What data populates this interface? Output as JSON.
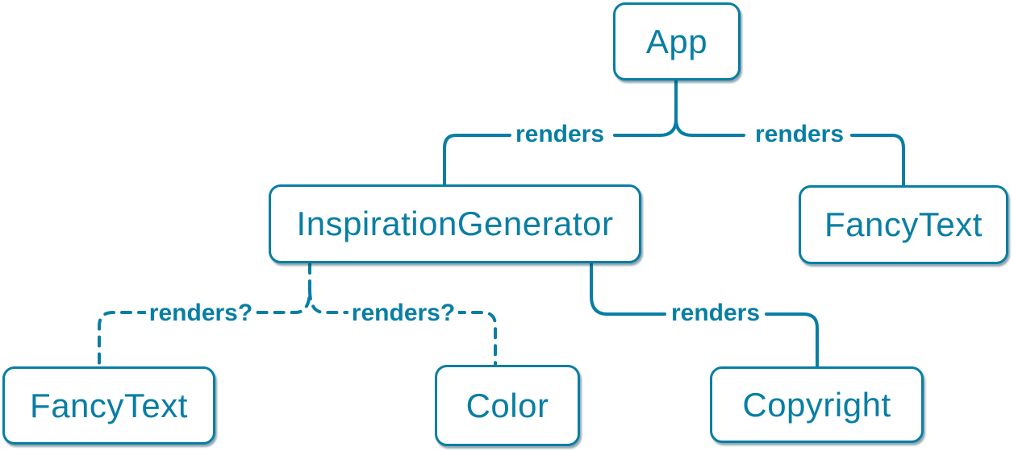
{
  "diagram": {
    "type": "component-render-tree",
    "accent_color": "#087ea4",
    "node_background": "#ffffff",
    "nodes": [
      {
        "id": "app",
        "label": "App"
      },
      {
        "id": "inspiration-generator",
        "label": "InspirationGenerator"
      },
      {
        "id": "fancy-text-top",
        "label": "FancyText"
      },
      {
        "id": "fancy-text-bottom",
        "label": "FancyText"
      },
      {
        "id": "color",
        "label": "Color"
      },
      {
        "id": "copyright",
        "label": "Copyright"
      }
    ],
    "edges": [
      {
        "from": "App",
        "to": "InspirationGenerator",
        "label": "renders",
        "style": "solid"
      },
      {
        "from": "App",
        "to": "FancyText",
        "label": "renders",
        "style": "solid"
      },
      {
        "from": "InspirationGenerator",
        "to": "FancyText",
        "label": "renders?",
        "style": "dashed"
      },
      {
        "from": "InspirationGenerator",
        "to": "Color",
        "label": "renders?",
        "style": "dashed"
      },
      {
        "from": "InspirationGenerator",
        "to": "Copyright",
        "label": "renders",
        "style": "solid"
      }
    ]
  }
}
